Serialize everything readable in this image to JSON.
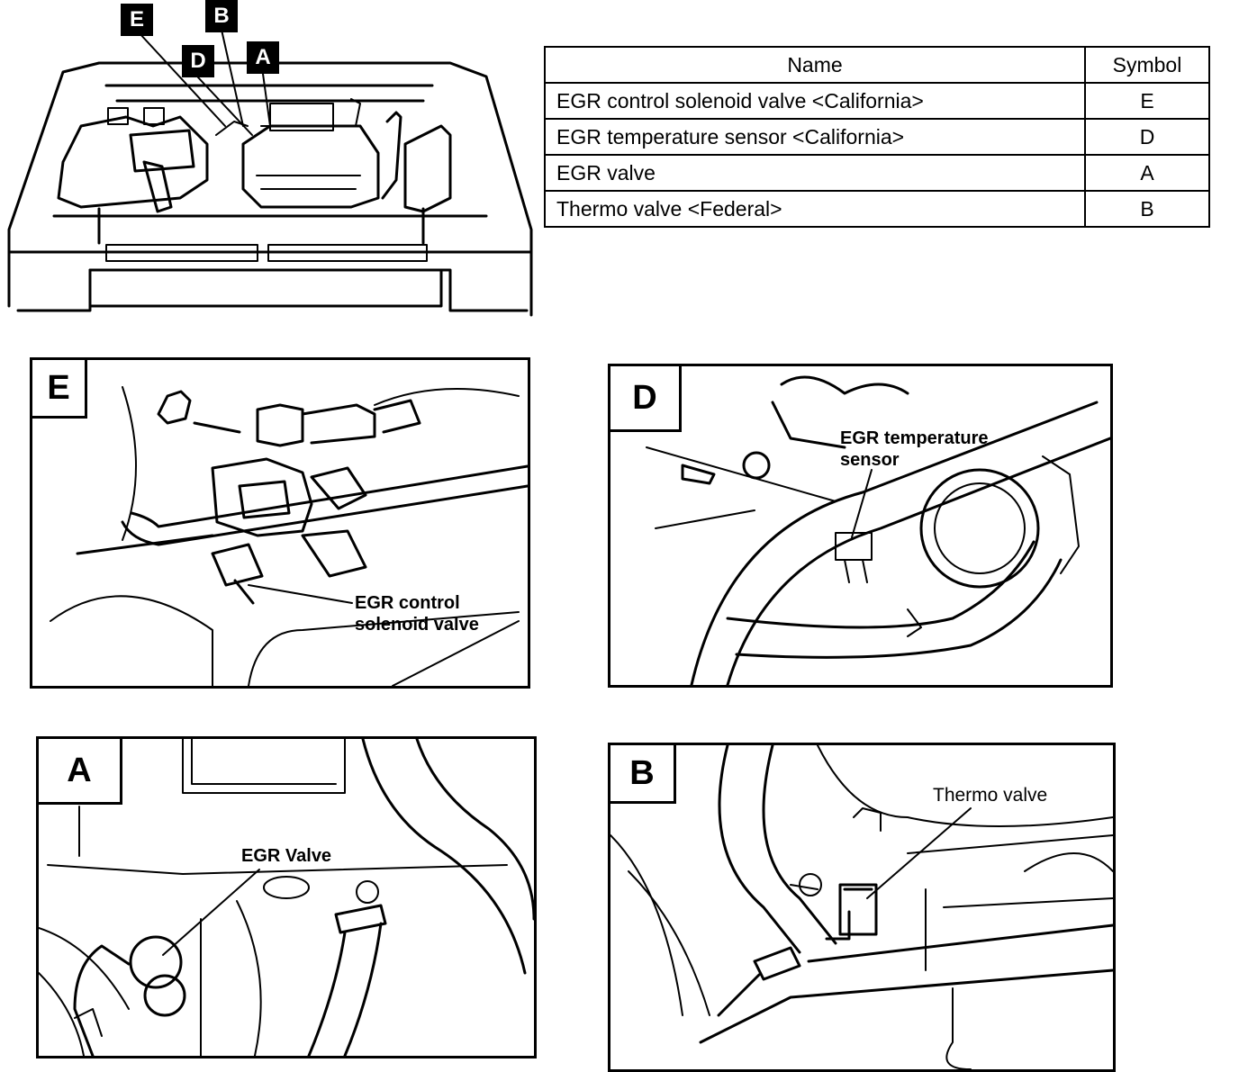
{
  "overview": {
    "callouts": [
      "E",
      "B",
      "D",
      "A"
    ]
  },
  "table": {
    "headers": [
      "Name",
      "Symbol"
    ],
    "rows": [
      {
        "name": "EGR control solenoid valve <California>",
        "symbol": "E"
      },
      {
        "name": "EGR temperature sensor <California>",
        "symbol": "D"
      },
      {
        "name": "EGR valve",
        "symbol": "A"
      },
      {
        "name": "Thermo valve <Federal>",
        "symbol": "B"
      }
    ]
  },
  "panels": {
    "e": {
      "letter": "E",
      "label": "EGR control\nsolenoid valve"
    },
    "d": {
      "letter": "D",
      "label": "EGR temperature\nsensor"
    },
    "a": {
      "letter": "A",
      "label": "EGR Valve"
    },
    "b": {
      "letter": "B",
      "label": "Thermo valve"
    }
  }
}
